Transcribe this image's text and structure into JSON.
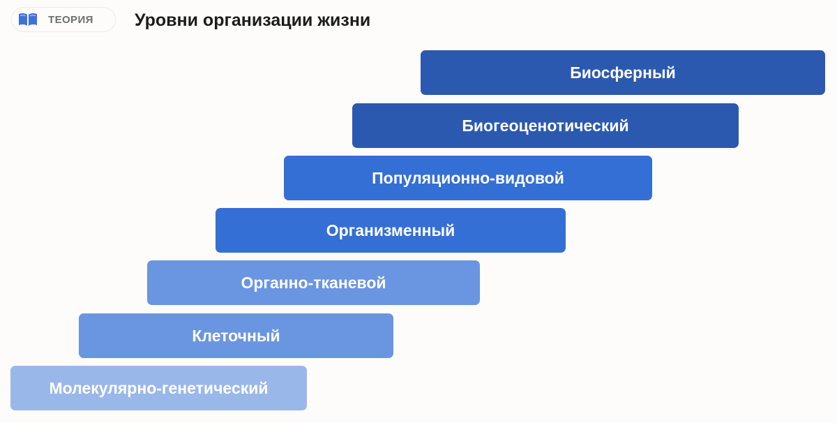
{
  "header": {
    "badge_icon": "open-book-icon",
    "badge_label": "ТЕОРИЯ",
    "title": "Уровни организации жизни"
  },
  "colors": {
    "background": "#fdfcfa",
    "badge_icon": "#3f72d8",
    "levels_text": "#ffffff"
  },
  "levels": [
    {
      "label": "Биосферный",
      "color": "#2b59b0"
    },
    {
      "label": "Биогеоценотический",
      "color": "#2b59b0"
    },
    {
      "label": "Популяционно-видовой",
      "color": "#346fd6"
    },
    {
      "label": "Организменный",
      "color": "#346fd6"
    },
    {
      "label": "Органно-тканевой",
      "color": "#6a95e1"
    },
    {
      "label": "Клеточный",
      "color": "#6a95e1"
    },
    {
      "label": "Молекулярно-генетический",
      "color": "#9ab7ea"
    }
  ]
}
